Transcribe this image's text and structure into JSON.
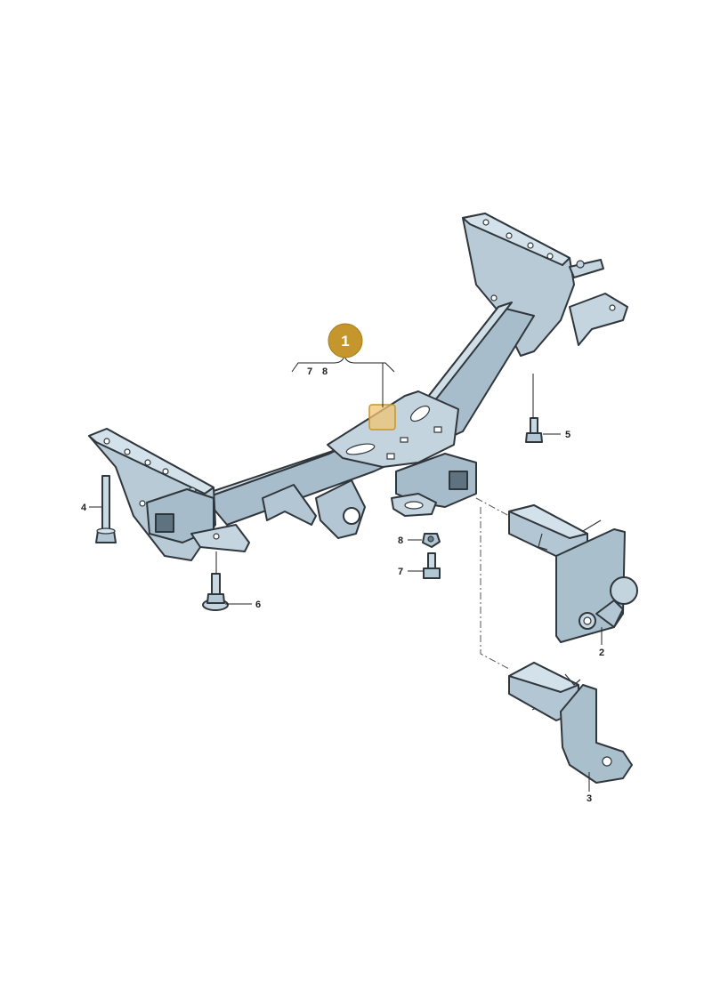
{
  "colors": {
    "part_light": "#c9d9e3",
    "part_mid": "#aabfcc",
    "part_dark": "#8ea5b4",
    "outline": "#30373c",
    "badge": "#c4962c",
    "highlight": "#f0c472"
  },
  "badge": {
    "label": "1"
  },
  "group_bracket": {
    "labels": [
      "7",
      "8"
    ]
  },
  "callouts": {
    "c2": "2",
    "c3": "3",
    "c4": "4",
    "c5": "5",
    "c6": "6",
    "c7": "7",
    "c8": "8"
  }
}
